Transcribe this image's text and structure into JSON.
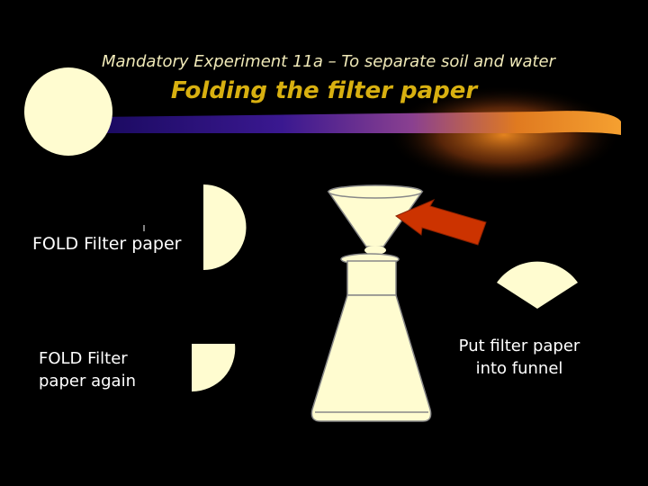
{
  "slide": {
    "subtitle": "Mandatory Experiment 11a – To separate soil and water",
    "title": "Folding the filter paper"
  },
  "steps": [
    {
      "label": "FOLD Filter paper"
    },
    {
      "label": "FOLD Filter paper again"
    },
    {
      "label": "Put filter paper into funnel"
    }
  ],
  "colors": {
    "background": "#000000",
    "paper": "#fffcd0",
    "title": "#d8b010",
    "arrow": "#cc3300",
    "bar_start": "#1a0a60",
    "bar_end": "#f07a10"
  },
  "icons": [
    "filter-paper-circle",
    "half-fold",
    "quarter-fold",
    "cone-in-funnel",
    "arrow",
    "flask",
    "funnel"
  ]
}
